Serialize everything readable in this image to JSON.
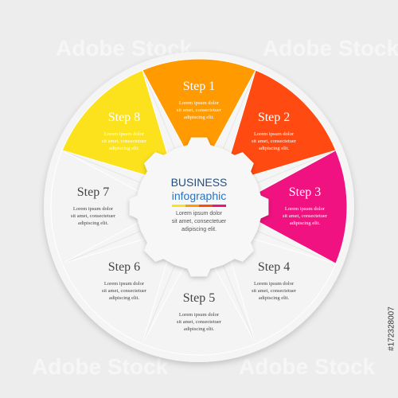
{
  "center": {
    "title": "BUSINESS",
    "subtitle": "infographic",
    "body_lines": [
      "Lorem ipsum dolor",
      "sit amet, consectetuer",
      "adipiscing elit."
    ]
  },
  "steps": [
    {
      "label": "Step 1",
      "color": "#ff9a00",
      "lines": [
        "Lorem ipsum dolor",
        "sit amet, consectetuer",
        "adipiscing elit."
      ]
    },
    {
      "label": "Step 2",
      "color": "#ff4a12",
      "lines": [
        "Lorem ipsum dolor",
        "sit amet, consectetuer",
        "adipiscing elit."
      ]
    },
    {
      "label": "Step 3",
      "color": "#f01280",
      "lines": [
        "Lorem ipsum dolor",
        "sit amet, consectetuer",
        "adipiscing elit."
      ]
    },
    {
      "label": "Step 4",
      "color": "#f4f4f4",
      "lines": [
        "Lorem ipsum dolor",
        "sit amet, consectetuer",
        "adipiscing elit."
      ]
    },
    {
      "label": "Step 5",
      "color": "#f4f4f4",
      "lines": [
        "Lorem ipsum dolor",
        "sit amet, consectetuer",
        "adipiscing elit."
      ]
    },
    {
      "label": "Step 6",
      "color": "#f4f4f4",
      "lines": [
        "Lorem ipsum dolor",
        "sit amet, consectetuer",
        "adipiscing elit."
      ]
    },
    {
      "label": "Step 7",
      "color": "#f4f4f4",
      "lines": [
        "Lorem ipsum dolor",
        "sit amet, consectetuer",
        "adipiscing elit."
      ]
    },
    {
      "label": "Step 8",
      "color": "#fbe21d",
      "lines": [
        "Lorem ipsum dolor",
        "sit amet, consectetuer",
        "adipiscing elit."
      ]
    }
  ],
  "legend_bar_colors": [
    "#fbe21d",
    "#ff9a00",
    "#ff4a12",
    "#f01280"
  ],
  "watermark": "Adobe Stock",
  "stock_id": "#172328007"
}
